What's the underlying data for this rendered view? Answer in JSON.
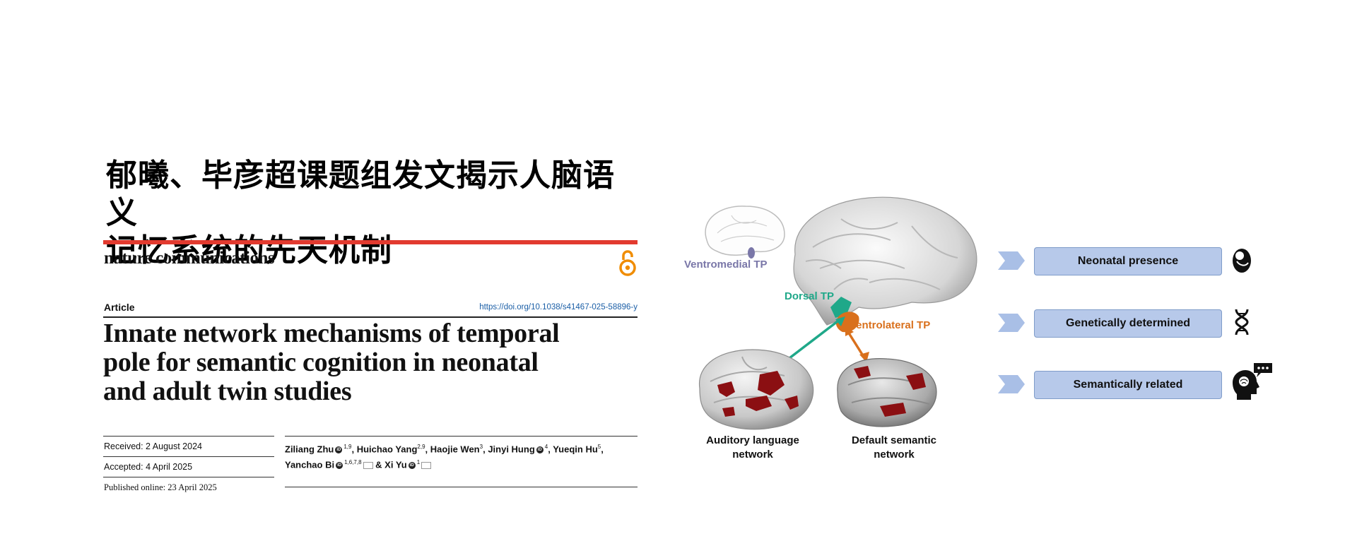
{
  "headline": {
    "line1": "郁曦、毕彦超课题组发文揭示人脑语义",
    "line2": "记忆系统的先天机制"
  },
  "paper": {
    "journal": "nature communications",
    "article_label": "Article",
    "doi": "https://doi.org/10.1038/s41467-025-58896-y",
    "title_lines": [
      "Innate network mechanisms of temporal",
      "pole for semantic cognition in neonatal",
      "and adult twin studies"
    ],
    "dates": [
      "Received: 2 August 2024",
      "Accepted: 4 April 2025",
      "Published online: 23 April 2025"
    ],
    "authors": [
      {
        "name": "Ziliang Zhu",
        "sup": "1,9",
        "orcid": true
      },
      {
        "name": "Huichao Yang",
        "sup": "2,9",
        "orcid": false
      },
      {
        "name": "Haojie Wen",
        "sup": "3",
        "orcid": false
      },
      {
        "name": "Jinyi Hung",
        "sup": "4",
        "orcid": true
      },
      {
        "name": "Yueqin Hu",
        "sup": "5",
        "orcid": false
      },
      {
        "name": "Yanchao Bi",
        "sup": "1,6,7,8",
        "orcid": true
      },
      {
        "name": "Xi Yu",
        "sup": "1",
        "orcid": true
      }
    ]
  },
  "figure": {
    "labels": {
      "ventromedial": "Ventromedial TP",
      "dorsal": "Dorsal TP",
      "ventrolateral": "Ventrolateral TP",
      "auditory": "Auditory language network",
      "auditory_line1": "Auditory language",
      "auditory_line2": "network",
      "semantic_line1": "Default semantic",
      "semantic_line2": "network"
    },
    "colors": {
      "ventromedial": "#7a77a8",
      "dorsal": "#1fa889",
      "ventrolateral": "#d9701c",
      "activation": "#8b0f12",
      "box_fill": "#b7c9ea",
      "box_border": "#7f9cc9",
      "chevron": "#a9bfe6",
      "accent_red": "#e23a2f",
      "oa_orange": "#f08c00"
    },
    "findings": [
      {
        "label": "Neonatal presence",
        "icon": "fetus-icon"
      },
      {
        "label": "Genetically determined",
        "icon": "dna-icon"
      },
      {
        "label": "Semantically related",
        "icon": "head-speech-icon"
      }
    ]
  }
}
